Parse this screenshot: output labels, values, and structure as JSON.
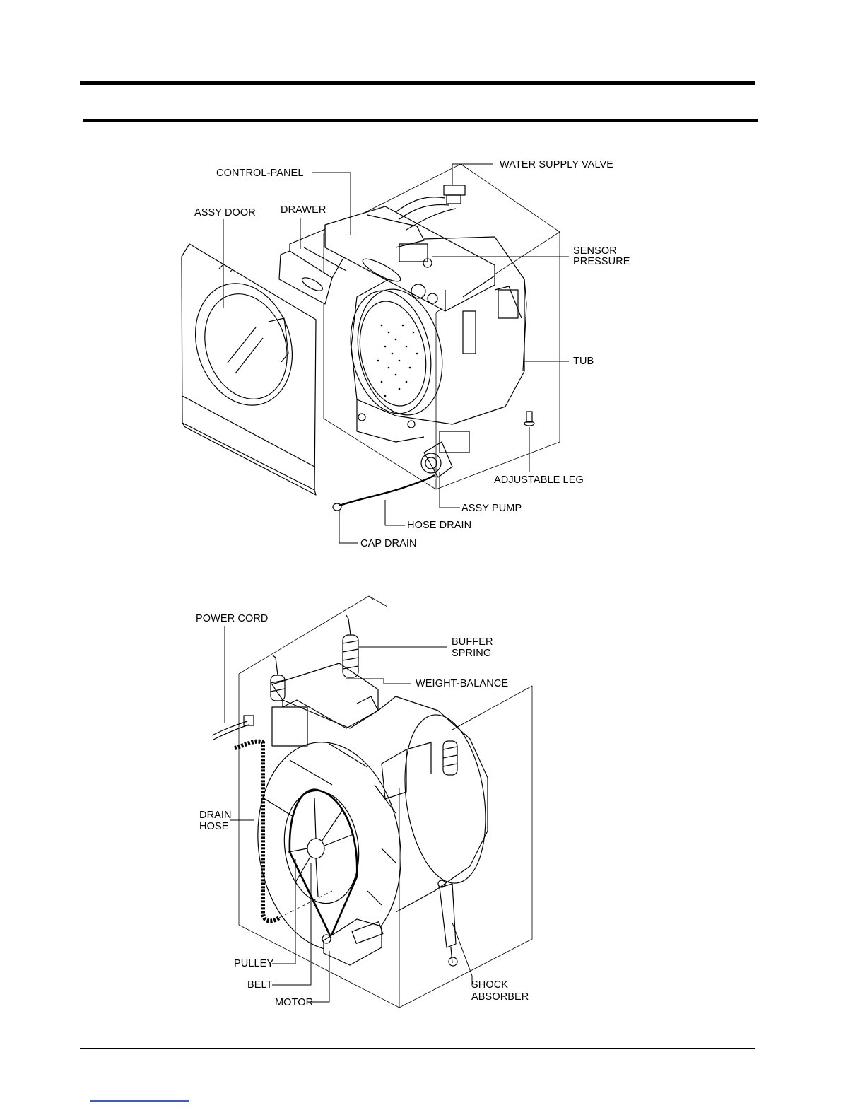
{
  "diagram_top": {
    "labels": {
      "control_panel": "CONTROL-PANEL",
      "water_supply_valve": "WATER SUPPLY VALVE",
      "assy_door": "ASSY DOOR",
      "drawer": "DRAWER",
      "sensor_pressure_1": "SENSOR",
      "sensor_pressure_2": "PRESSURE",
      "tub": "TUB",
      "adjustable_leg": "ADJUSTABLE LEG",
      "assy_pump": "ASSY PUMP",
      "hose_drain": "HOSE DRAIN",
      "cap_drain": "CAP DRAIN"
    }
  },
  "diagram_bottom": {
    "labels": {
      "power_cord": "POWER CORD",
      "buffer_spring_1": "BUFFER",
      "buffer_spring_2": "SPRING",
      "weight_balance": "WEIGHT-BALANCE",
      "drain_hose_1": "DRAIN",
      "drain_hose_2": "HOSE",
      "pulley": "PULLEY",
      "belt": "BELT",
      "motor": "MOTOR",
      "shock_absorber_1": "SHOCK",
      "shock_absorber_2": "ABSORBER"
    }
  },
  "colors": {
    "ink": "#000000",
    "link": "#3a5bc8"
  }
}
